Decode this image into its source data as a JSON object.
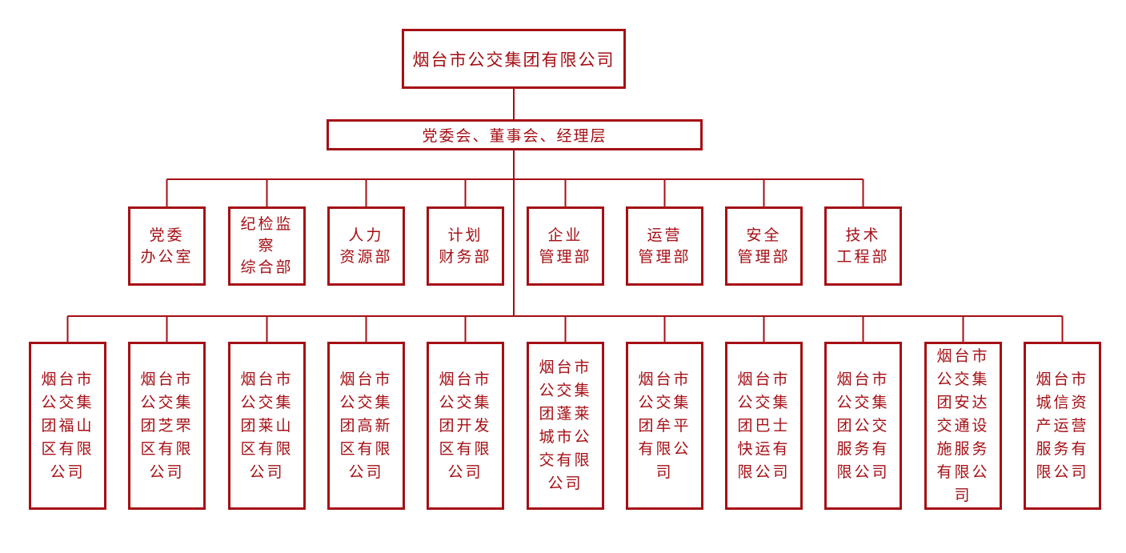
{
  "colors": {
    "line": "#a50f15",
    "text": "#a50f15",
    "background": "#ffffff"
  },
  "root": "烟台市公交集团有限公司",
  "board": "党委会、董事会、经理层",
  "departments": [
    {
      "lines": [
        "党委",
        "办公室"
      ]
    },
    {
      "lines": [
        "纪检监",
        "察",
        "综合部"
      ]
    },
    {
      "lines": [
        "人力",
        "资源部"
      ]
    },
    {
      "lines": [
        "计划",
        "财务部"
      ]
    },
    {
      "lines": [
        "企业",
        "管理部"
      ]
    },
    {
      "lines": [
        "运营",
        "管理部"
      ]
    },
    {
      "lines": [
        "安全",
        "管理部"
      ]
    },
    {
      "lines": [
        "技术",
        "工程部"
      ]
    }
  ],
  "subsidiaries": [
    {
      "lines": [
        "烟台市",
        "公交集",
        "团福山",
        "区有限",
        "公司"
      ]
    },
    {
      "lines": [
        "烟台市",
        "公交集",
        "团芝罘",
        "区有限",
        "公司"
      ]
    },
    {
      "lines": [
        "烟台市",
        "公交集",
        "团莱山",
        "区有限",
        "公司"
      ]
    },
    {
      "lines": [
        "烟台市",
        "公交集",
        "团高新",
        "区有限",
        "公司"
      ]
    },
    {
      "lines": [
        "烟台市",
        "公交集",
        "团开发",
        "区有限",
        "公司"
      ]
    },
    {
      "lines": [
        "烟台市",
        "公交集",
        "团蓬莱",
        "城市公",
        "交有限",
        "公司"
      ]
    },
    {
      "lines": [
        "烟台市",
        "公交集",
        "团牟平",
        "有限公",
        "司"
      ]
    },
    {
      "lines": [
        "烟台市",
        "公交集",
        "团巴士",
        "快运有",
        "限公司"
      ]
    },
    {
      "lines": [
        "烟台市",
        "公交集",
        "团公交",
        "服务有",
        "限公司"
      ]
    },
    {
      "lines": [
        "烟台市",
        "公交集",
        "团安达",
        "交通设",
        "施服务",
        "有限公",
        "司"
      ]
    },
    {
      "lines": [
        "烟台市",
        "城信资",
        "产运营",
        "服务有",
        "限公司"
      ]
    }
  ]
}
